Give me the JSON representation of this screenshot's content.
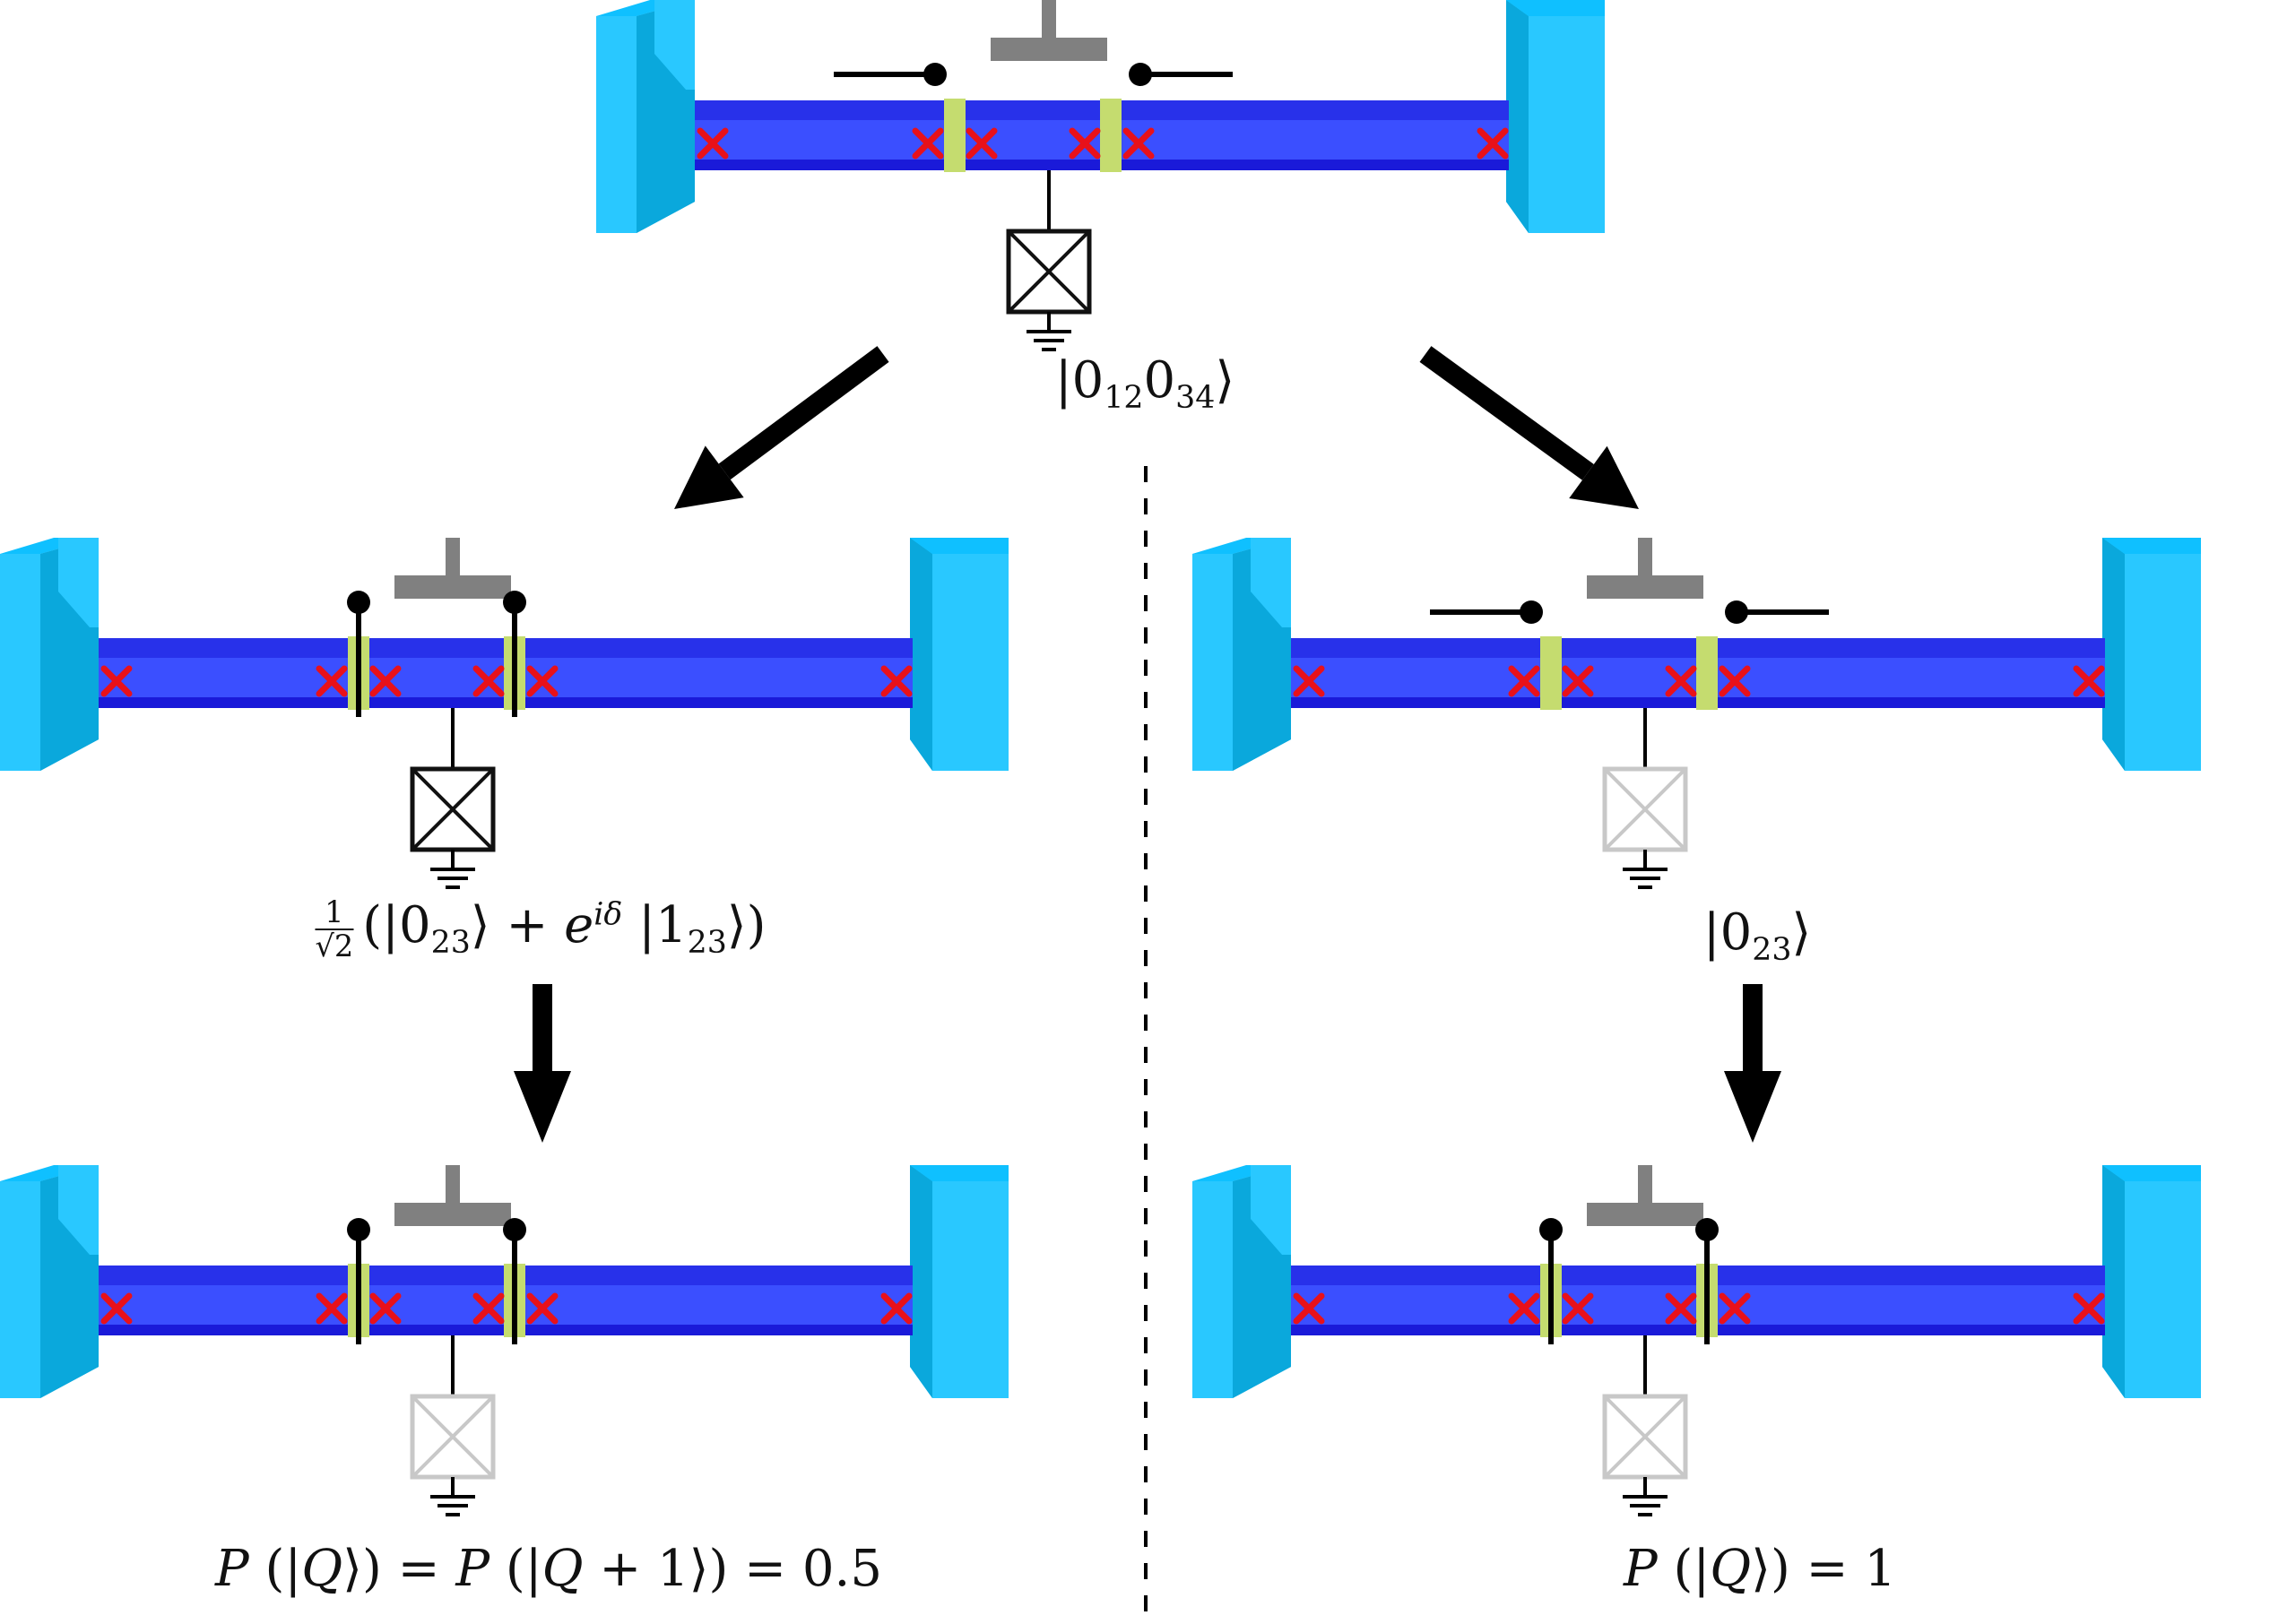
{
  "colors": {
    "nanowire": "#3b4fff",
    "nanowire_dark": "#1a1ad9",
    "lead_front": "#29c8ff",
    "lead_side": "#0aa8dc",
    "lead_top": "#0fc0ff",
    "barrier": "#c5dc6f",
    "majorana_marker": "#e8111a",
    "gate": "#808080",
    "junction_active": "#111111",
    "junction_inactive": "#c8c8c8",
    "arrow": "#000000"
  },
  "panels": [
    {
      "id": "top",
      "switches": "open",
      "junction": "active",
      "label_key": "initial"
    },
    {
      "id": "mid-left",
      "switches": "closed",
      "junction": "active",
      "label_key": "superposition"
    },
    {
      "id": "mid-right",
      "switches": "open",
      "junction": "inactive",
      "label_key": "decoupled"
    },
    {
      "id": "bottom-left",
      "switches": "closed",
      "junction": "inactive",
      "label_key": "prob_half"
    },
    {
      "id": "bottom-right",
      "switches": "closed",
      "junction": "inactive",
      "label_key": "prob_one"
    }
  ],
  "labels": {
    "initial": {
      "ket_open": "|0",
      "sub1": "12",
      "mid": "0",
      "sub2": "34",
      "ket_close": "⟩"
    },
    "superposition": {
      "frac_num": "1",
      "frac_den": "√2",
      "open_paren": "(|0",
      "sub1": "23",
      "plus": "⟩ + ",
      "e": "e",
      "exp": "iδ",
      "ket2": " |1",
      "sub2": "23",
      "close": "⟩)"
    },
    "decoupled": {
      "ket_open": "|0",
      "sub": "23",
      "ket_close": "⟩"
    },
    "prob_half": {
      "p1": "P",
      "mid1": " (|",
      "q1": "Q",
      "mid2": "⟩) = ",
      "p2": "P",
      "mid3": " (|",
      "q2": "Q",
      "mid4": " + 1⟩) = 0.5"
    },
    "prob_one": {
      "p": "P",
      "mid1": " (|",
      "q": "Q",
      "mid2": "⟩) = 1"
    }
  }
}
